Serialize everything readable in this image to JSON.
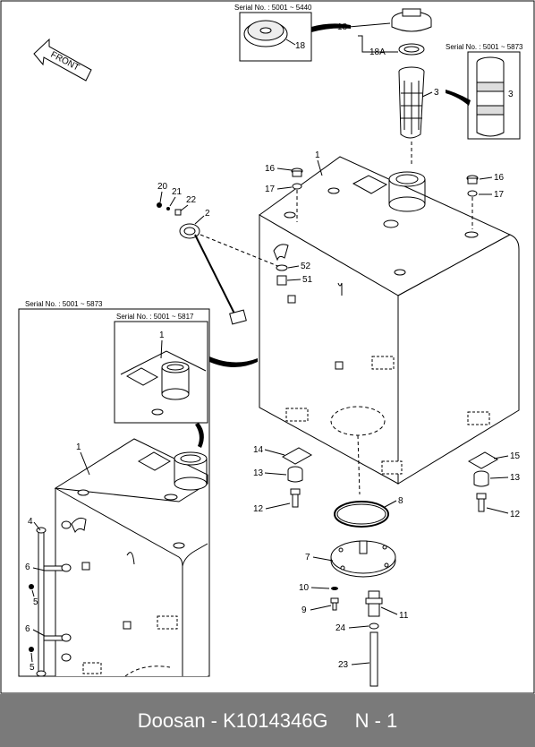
{
  "front_label": "FRONT",
  "serial_labels": {
    "top_cap": "Serial No. : 5001 ~ 5440",
    "strainer": "Serial No. : 5001 ~ 5873",
    "inset_large": "Serial No. : 5001 ~ 5873",
    "inset_small": "Serial No. : 5001 ~ 5817"
  },
  "callouts": {
    "p1": "1",
    "p2": "2",
    "p3": "3",
    "p3b": "3",
    "p4": "4",
    "p5a": "5",
    "p5b": "5",
    "p6a": "6",
    "p6b": "6",
    "p7": "7",
    "p8": "8",
    "p9": "9",
    "p10": "10",
    "p11": "11",
    "p12a": "12",
    "p12b": "12",
    "p13a": "13",
    "p13b": "13",
    "p14": "14",
    "p15": "15",
    "p16a": "16",
    "p16b": "16",
    "p17a": "17",
    "p17b": "17",
    "p18": "18",
    "p18b": "18",
    "p18a": "18A",
    "p20": "20",
    "p21": "21",
    "p22": "22",
    "p23": "23",
    "p24": "24",
    "p51": "51",
    "p52": "52",
    "pi1": "1",
    "pi1b": "1"
  },
  "footer": {
    "brand_part": "Doosan - K1014346G",
    "page": "N - 1"
  }
}
